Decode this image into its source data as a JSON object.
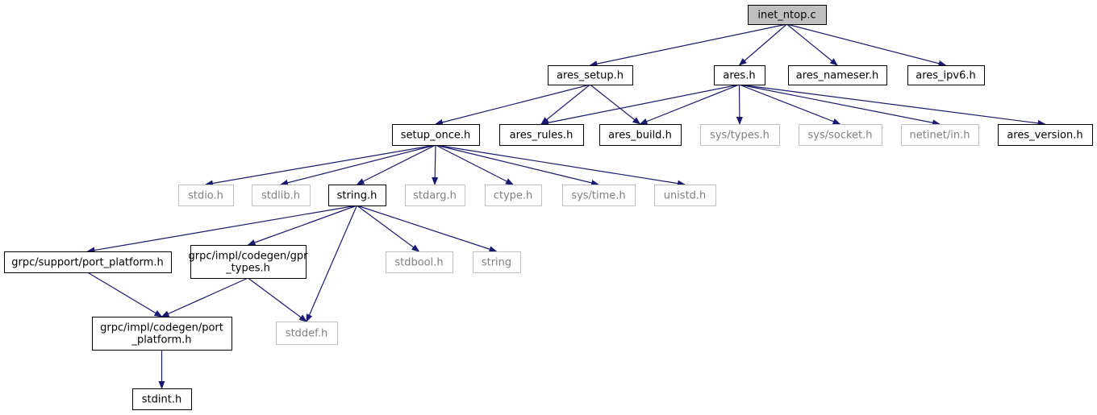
{
  "graph": {
    "arrow_color": "#191970",
    "nodes": [
      {
        "id": "inet_ntop_c",
        "lines": [
          "inet_ntop.c"
        ],
        "kind": "root"
      },
      {
        "id": "ares_setup_h",
        "lines": [
          "ares_setup.h"
        ],
        "kind": "internal"
      },
      {
        "id": "ares_h",
        "lines": [
          "ares.h"
        ],
        "kind": "internal"
      },
      {
        "id": "ares_nameser_h",
        "lines": [
          "ares_nameser.h"
        ],
        "kind": "internal"
      },
      {
        "id": "ares_ipv6_h",
        "lines": [
          "ares_ipv6.h"
        ],
        "kind": "internal"
      },
      {
        "id": "setup_once_h",
        "lines": [
          "setup_once.h"
        ],
        "kind": "internal"
      },
      {
        "id": "ares_rules_h",
        "lines": [
          "ares_rules.h"
        ],
        "kind": "internal"
      },
      {
        "id": "ares_build_h",
        "lines": [
          "ares_build.h"
        ],
        "kind": "internal"
      },
      {
        "id": "sys_types_h",
        "lines": [
          "sys/types.h"
        ],
        "kind": "external"
      },
      {
        "id": "sys_socket_h",
        "lines": [
          "sys/socket.h"
        ],
        "kind": "external"
      },
      {
        "id": "netinet_in_h",
        "lines": [
          "netinet/in.h"
        ],
        "kind": "external"
      },
      {
        "id": "ares_version_h",
        "lines": [
          "ares_version.h"
        ],
        "kind": "internal"
      },
      {
        "id": "stdio_h",
        "lines": [
          "stdio.h"
        ],
        "kind": "external"
      },
      {
        "id": "stdlib_h",
        "lines": [
          "stdlib.h"
        ],
        "kind": "external"
      },
      {
        "id": "string_h",
        "lines": [
          "string.h"
        ],
        "kind": "internal"
      },
      {
        "id": "stdarg_h",
        "lines": [
          "stdarg.h"
        ],
        "kind": "external"
      },
      {
        "id": "ctype_h",
        "lines": [
          "ctype.h"
        ],
        "kind": "external"
      },
      {
        "id": "sys_time_h",
        "lines": [
          "sys/time.h"
        ],
        "kind": "external"
      },
      {
        "id": "unistd_h",
        "lines": [
          "unistd.h"
        ],
        "kind": "external"
      },
      {
        "id": "grpc_support_port_platform_h",
        "lines": [
          "grpc/support/port_platform.h"
        ],
        "kind": "internal"
      },
      {
        "id": "grpc_impl_codegen_gpr_types_h",
        "lines": [
          "grpc/impl/codegen/gpr",
          "_types.h"
        ],
        "kind": "internal"
      },
      {
        "id": "stdbool_h",
        "lines": [
          "stdbool.h"
        ],
        "kind": "external"
      },
      {
        "id": "string",
        "lines": [
          "string"
        ],
        "kind": "external"
      },
      {
        "id": "grpc_impl_codegen_port_platform_h",
        "lines": [
          "grpc/impl/codegen/port",
          "_platform.h"
        ],
        "kind": "internal"
      },
      {
        "id": "stddef_h",
        "lines": [
          "stddef.h"
        ],
        "kind": "external"
      },
      {
        "id": "stdint_h",
        "lines": [
          "stdint.h"
        ],
        "kind": "internal"
      }
    ],
    "edges": [
      {
        "from": "inet_ntop_c",
        "to": "ares_setup_h"
      },
      {
        "from": "inet_ntop_c",
        "to": "ares_h"
      },
      {
        "from": "inet_ntop_c",
        "to": "ares_nameser_h"
      },
      {
        "from": "inet_ntop_c",
        "to": "ares_ipv6_h"
      },
      {
        "from": "ares_setup_h",
        "to": "setup_once_h"
      },
      {
        "from": "ares_setup_h",
        "to": "ares_rules_h"
      },
      {
        "from": "ares_setup_h",
        "to": "ares_build_h"
      },
      {
        "from": "ares_h",
        "to": "ares_rules_h"
      },
      {
        "from": "ares_h",
        "to": "ares_build_h"
      },
      {
        "from": "ares_h",
        "to": "sys_types_h"
      },
      {
        "from": "ares_h",
        "to": "sys_socket_h"
      },
      {
        "from": "ares_h",
        "to": "netinet_in_h"
      },
      {
        "from": "ares_h",
        "to": "ares_version_h"
      },
      {
        "from": "setup_once_h",
        "to": "stdio_h"
      },
      {
        "from": "setup_once_h",
        "to": "stdlib_h"
      },
      {
        "from": "setup_once_h",
        "to": "string_h"
      },
      {
        "from": "setup_once_h",
        "to": "stdarg_h"
      },
      {
        "from": "setup_once_h",
        "to": "ctype_h"
      },
      {
        "from": "setup_once_h",
        "to": "sys_time_h"
      },
      {
        "from": "setup_once_h",
        "to": "unistd_h"
      },
      {
        "from": "string_h",
        "to": "grpc_support_port_platform_h"
      },
      {
        "from": "string_h",
        "to": "grpc_impl_codegen_gpr_types_h"
      },
      {
        "from": "string_h",
        "to": "stdbool_h"
      },
      {
        "from": "string_h",
        "to": "string"
      },
      {
        "from": "string_h",
        "to": "stddef_h"
      },
      {
        "from": "grpc_support_port_platform_h",
        "to": "grpc_impl_codegen_port_platform_h"
      },
      {
        "from": "grpc_impl_codegen_gpr_types_h",
        "to": "grpc_impl_codegen_port_platform_h"
      },
      {
        "from": "grpc_impl_codegen_gpr_types_h",
        "to": "stddef_h"
      },
      {
        "from": "grpc_impl_codegen_port_platform_h",
        "to": "stdint_h"
      }
    ]
  }
}
